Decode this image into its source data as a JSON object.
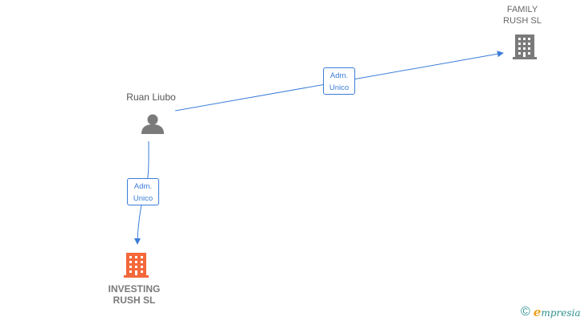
{
  "nodes": {
    "family_rush": {
      "name": "FAMILY\nRUSH  SL",
      "type": "company",
      "color": "#7a7a7a",
      "icon": "building-icon"
    },
    "ruan_liubo": {
      "name": "Ruan Liubo",
      "type": "person",
      "color": "#7a7a7a",
      "icon": "person-icon"
    },
    "investing_rush": {
      "name": "INVESTING\nRUSH  SL",
      "type": "company",
      "highlighted": true,
      "color": "#f4683a",
      "icon": "building-icon"
    }
  },
  "edges": [
    {
      "from": "Ruan Liubo",
      "to": "FAMILY RUSH SL",
      "label_line1": "Adm.",
      "label_line2": "Unico",
      "color": "#3b7dd8"
    },
    {
      "from": "Ruan Liubo",
      "to": "INVESTING RUSH SL",
      "label_line1": "Adm.",
      "label_line2": "Unico",
      "color": "#3b7dd8"
    }
  ],
  "brand": {
    "copyright": "©",
    "first_letter": "e",
    "rest": "mpresia",
    "color": "#2f8f8f",
    "accent": "#f0a020"
  }
}
